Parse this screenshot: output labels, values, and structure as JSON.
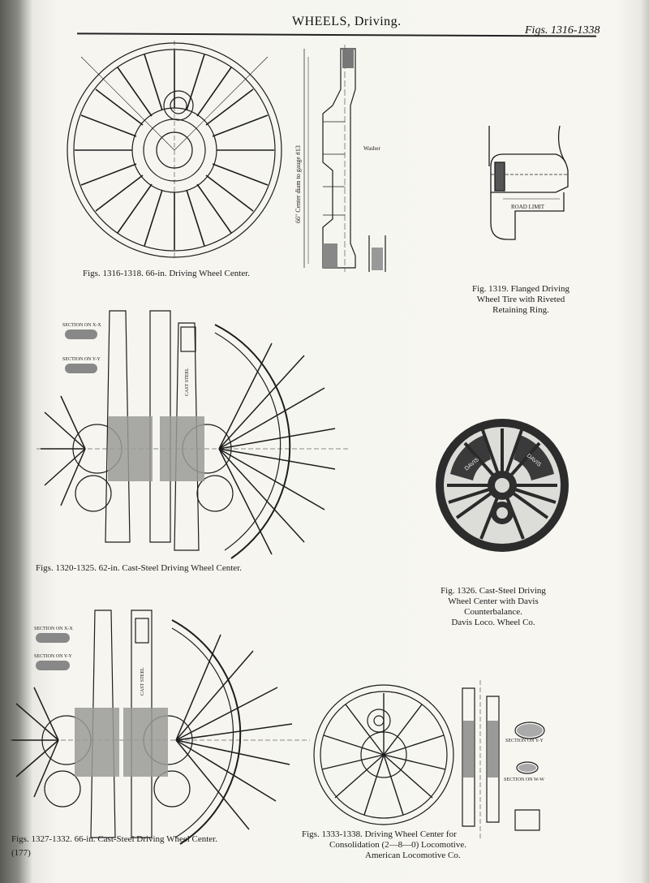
{
  "header": {
    "title": "WHEELS, Driving.",
    "figs": "Figs. 1316-1338"
  },
  "captions": {
    "fig1316": "Figs. 1316-1318. 66-in. Driving Wheel Center.",
    "fig1319": [
      "Fig. 1319. Flanged Driving",
      "Wheel Tire with Riveted",
      "Retaining Ring."
    ],
    "fig1320": "Figs. 1320-1325. 62-in. Cast-Steel Driving Wheel Center.",
    "fig1326": [
      "Fig. 1326. Cast-Steel Driving",
      "Wheel Center with Davis",
      "Counterbalance.",
      "Davis Loco. Wheel Co."
    ],
    "fig1327": "Figs. 1327-1332. 66-in. Cast-Steel Driving Wheel Center.",
    "fig1333": [
      "Figs. 1333-1338. Driving Wheel Center for",
      "Consolidation (2—8—0) Locomotive.",
      "American Locomotive Co."
    ]
  },
  "labels": {
    "center_diam": "66\" Center diam to gauge #13",
    "washer": "Washer",
    "section_xx": "SECTION ON X-X",
    "section_yy": "SECTION ON Y-Y",
    "section_ww": "SECTION ON W-W",
    "cast_steel": "CAST STEEL",
    "road_limit": "ROAD LIMIT",
    "davis": "DAVIS"
  },
  "folio": "(177)"
}
